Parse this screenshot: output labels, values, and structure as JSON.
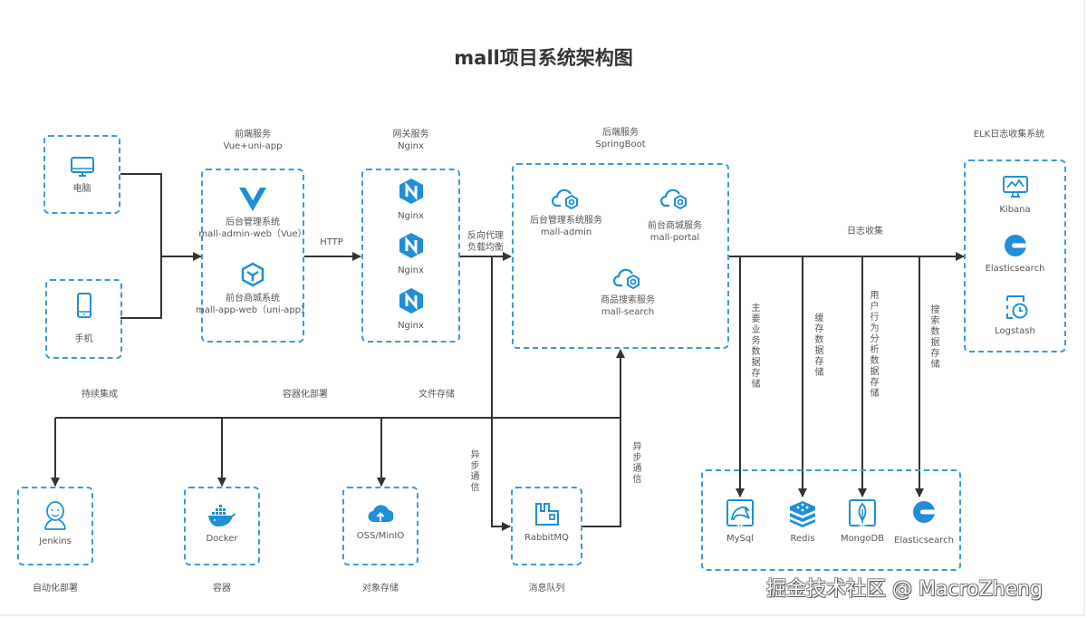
{
  "title": "mall项目系统架构图",
  "colors": {
    "accent": "#3a9bd2",
    "icon": "#1e8fd8",
    "line": "#333333",
    "text": "#555555"
  },
  "clients": [
    {
      "label": "电脑",
      "icon": "monitor-icon"
    },
    {
      "label": "手机",
      "icon": "phone-icon"
    }
  ],
  "frontend": {
    "caption": "前端服务",
    "caption2": "Vue+uni-app",
    "items": [
      {
        "line1": "后台管理系统",
        "line2": "mall-admin-web（Vue）",
        "icon": "vue-icon"
      },
      {
        "line1": "前台商城系统",
        "line2": "mall-app-web（uni-app）",
        "icon": "cube-icon"
      }
    ]
  },
  "gateway": {
    "caption": "网关服务",
    "caption2": "Nginx",
    "items": [
      "Nginx",
      "Nginx",
      "Nginx"
    ]
  },
  "backend": {
    "caption": "后端服务",
    "caption2": "SpringBoot",
    "items": [
      {
        "line1": "后台管理系统服务",
        "line2": "mall-admin"
      },
      {
        "line1": "前台商城服务",
        "line2": "mall-portal"
      },
      {
        "line1": "商品搜索服务",
        "line2": "mall-search"
      }
    ]
  },
  "elk": {
    "caption": "ELK日志收集系统",
    "items": [
      "Kibana",
      "Elasticsearch",
      "Logstash"
    ]
  },
  "edges": {
    "http": "HTTP",
    "proxy1": "反向代理",
    "proxy2": "负载均衡",
    "log": "日志收集",
    "ci": "持续集成",
    "container": "容器化部署",
    "file": "文件存储",
    "async_left": "异步通信",
    "async_right": "异步通信",
    "store1": "主要业务数据存储",
    "store2": "缓存数据存储",
    "store3": "用户行为分析数据存储",
    "store4": "搜索数据存储"
  },
  "devops": [
    {
      "label": "Jenkins",
      "caption": "自动化部署"
    },
    {
      "label": "Docker",
      "caption": "容器"
    },
    {
      "label": "OSS/MinIO",
      "caption": "对象存储"
    }
  ],
  "mq": {
    "label": "RabbitMQ",
    "caption": "消息队列"
  },
  "storage": [
    "MySql",
    "Redis",
    "MongoDB",
    "Elasticsearch"
  ],
  "watermark": "掘金技术社区 @ MacroZheng"
}
